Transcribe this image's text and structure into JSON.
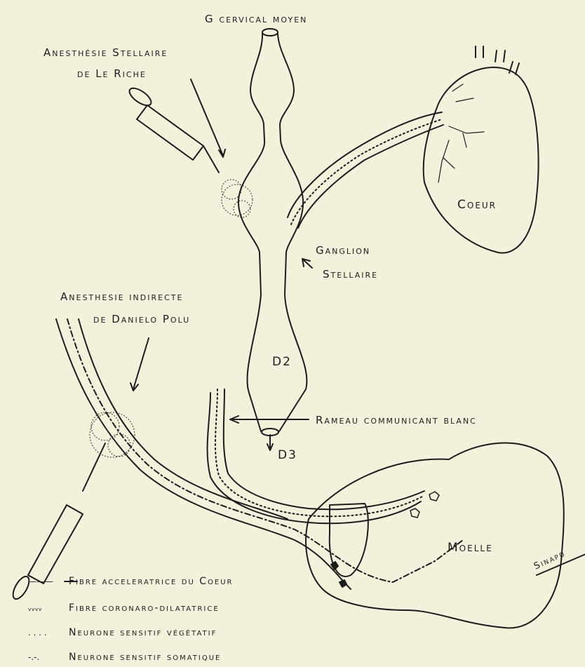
{
  "labels": {
    "ganglion_cervical": "G cervical moyen",
    "anesthesie_stellaire_1": "Anesthésie Stellaire",
    "anesthesie_stellaire_2": "de Le Riche",
    "coeur": "Coeur",
    "ganglion_stellaire_1": "Ganglion",
    "ganglion_stellaire_2": "Stellaire",
    "anesthesie_indirecte_1": "Anesthesie indirecte",
    "anesthesie_indirecte_2": "de Danielo Polu",
    "d2": "D2",
    "d3": "D3",
    "rameau": "Rameau communicant blanc",
    "moelle": "Moelle",
    "signature": "Sinapd"
  },
  "legend": [
    {
      "key": "———",
      "text": "Fibre acceleratrice du Coeur"
    },
    {
      "key": "ᵥᵥᵥᵥ",
      "text": "Fibre coronaro-dilatatrice"
    },
    {
      "key": ". . . .",
      "text": "Neurone sensitif végétatif"
    },
    {
      "key": "-.-.",
      "text": "Neurone sensitif somatique"
    }
  ],
  "colors": {
    "ink": "#1c1c1c",
    "paper": "#f3f1dc"
  }
}
